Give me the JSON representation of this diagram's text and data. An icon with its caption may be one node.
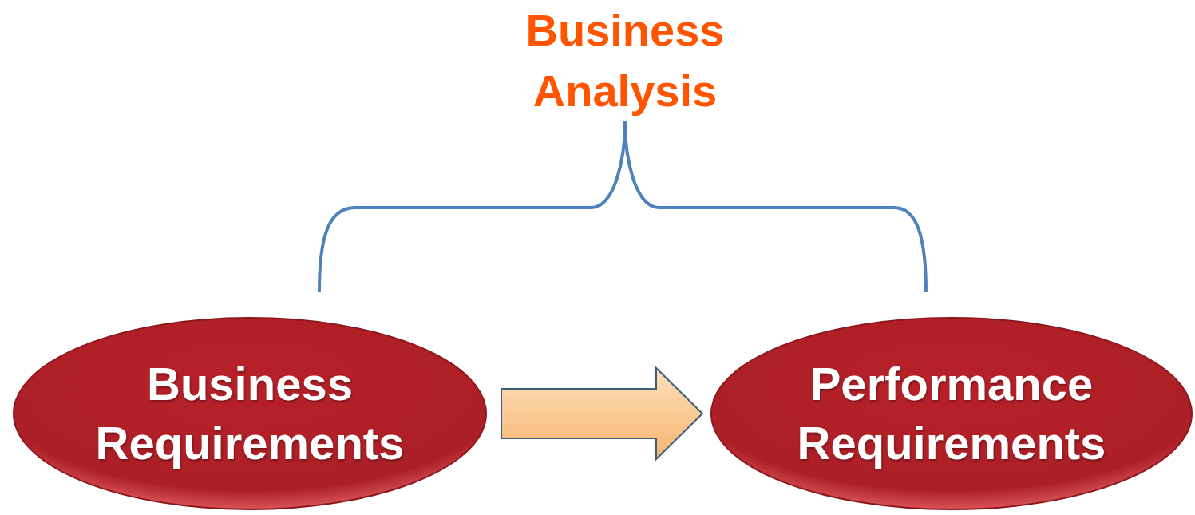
{
  "diagram": {
    "title": "Business Analysis",
    "nodes": [
      {
        "text": [
          "Business Requirements"
        ]
      },
      {
        "text": [
          "Performance Requirements"
        ]
      }
    ],
    "edges": [
      {
        "from": 0,
        "to": 1,
        "arrow": "to"
      }
    ]
  }
}
